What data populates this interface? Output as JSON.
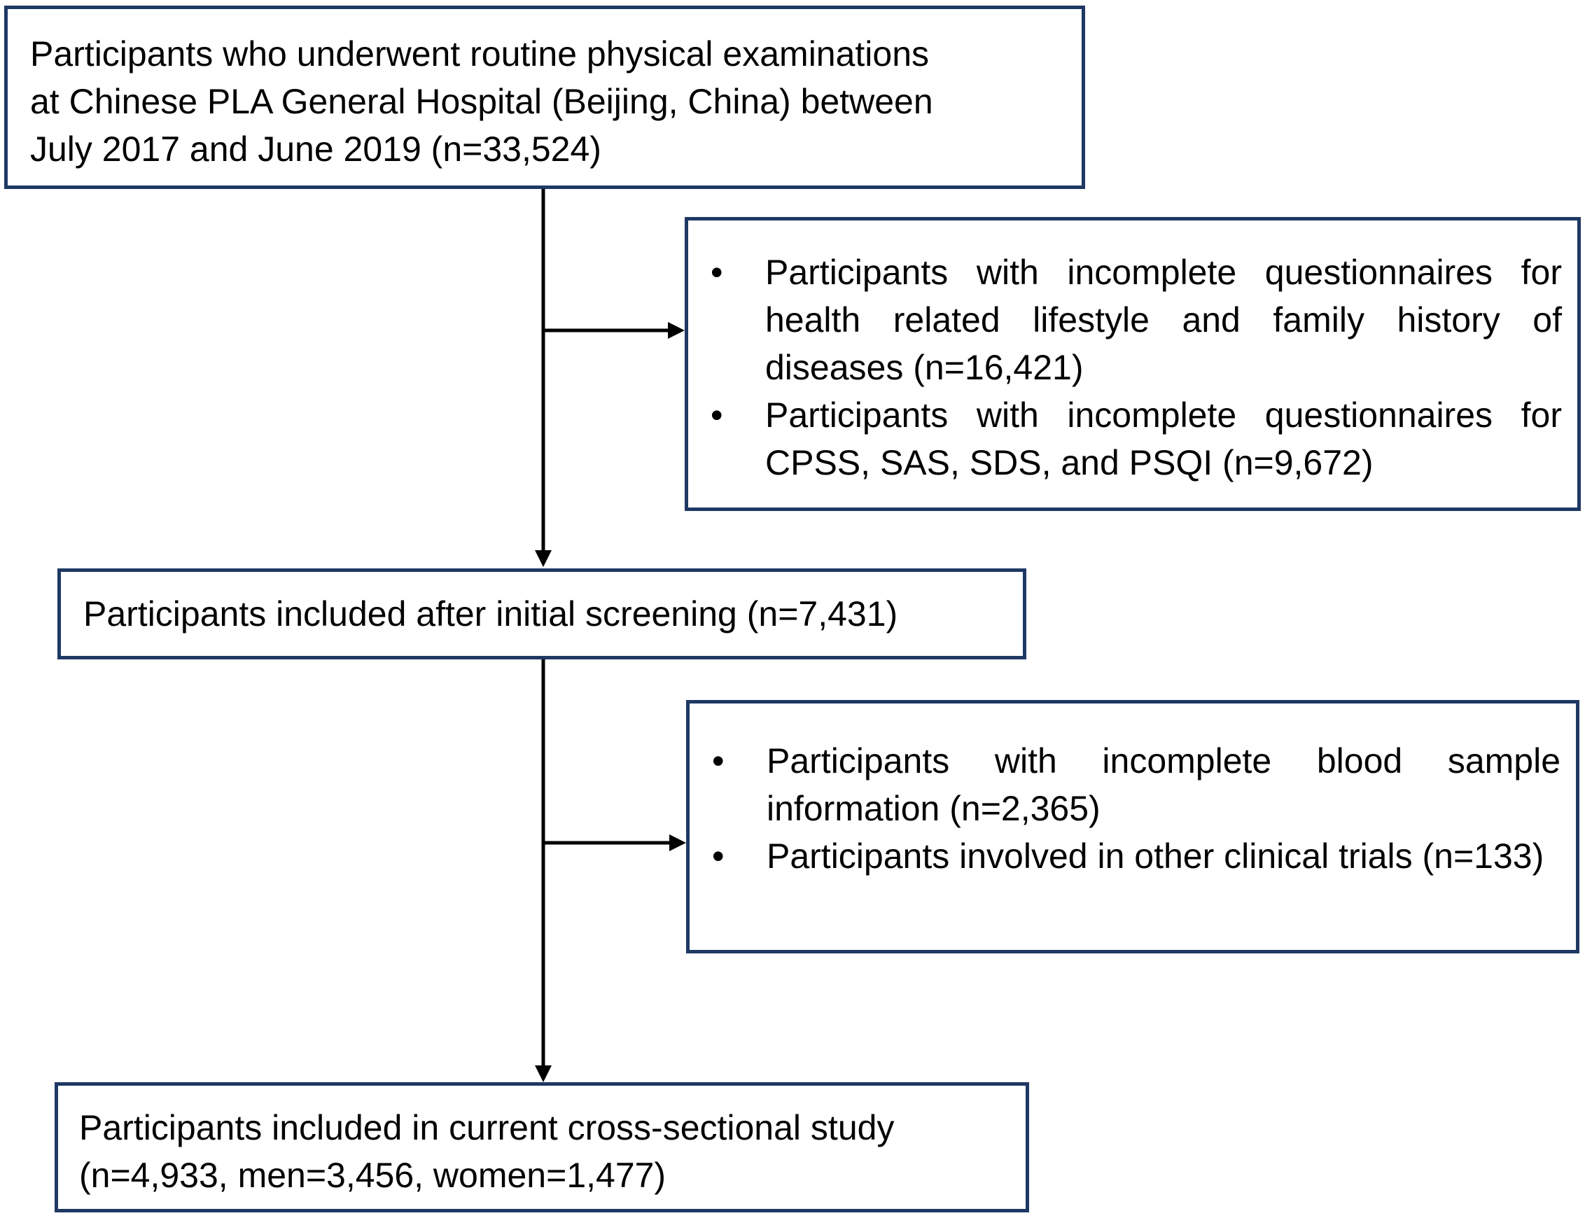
{
  "diagram": {
    "type": "flowchart",
    "boxes": {
      "source": {
        "lines": [
          "Participants who underwent routine physical examinations",
          "at Chinese PLA General Hospital (Beijing, China) between",
          "July 2017 and June 2019 (n=33,524)"
        ]
      },
      "exclusion1": {
        "bullet": "•",
        "items": [
          "Participants with incomplete questionnaires for health related lifestyle and  family history of diseases (n=16,421)",
          "Participants with incomplete questionnaires for CPSS, SAS, SDS, and PSQI (n=9,672)"
        ]
      },
      "screened": {
        "text": "Participants included after initial screening (n=7,431)"
      },
      "exclusion2": {
        "bullet": "•",
        "items": [
          "Participants with incomplete blood sample information (n=2,365)",
          "Participants involved in other clinical trials (n=133)"
        ]
      },
      "final": {
        "lines": [
          "Participants included in current cross-sectional study",
          "(n=4,933, men=3,456, women=1,477)"
        ]
      }
    },
    "colors": {
      "box_border": "#1f3864",
      "arrow": "#000000",
      "text": "#000000"
    }
  }
}
